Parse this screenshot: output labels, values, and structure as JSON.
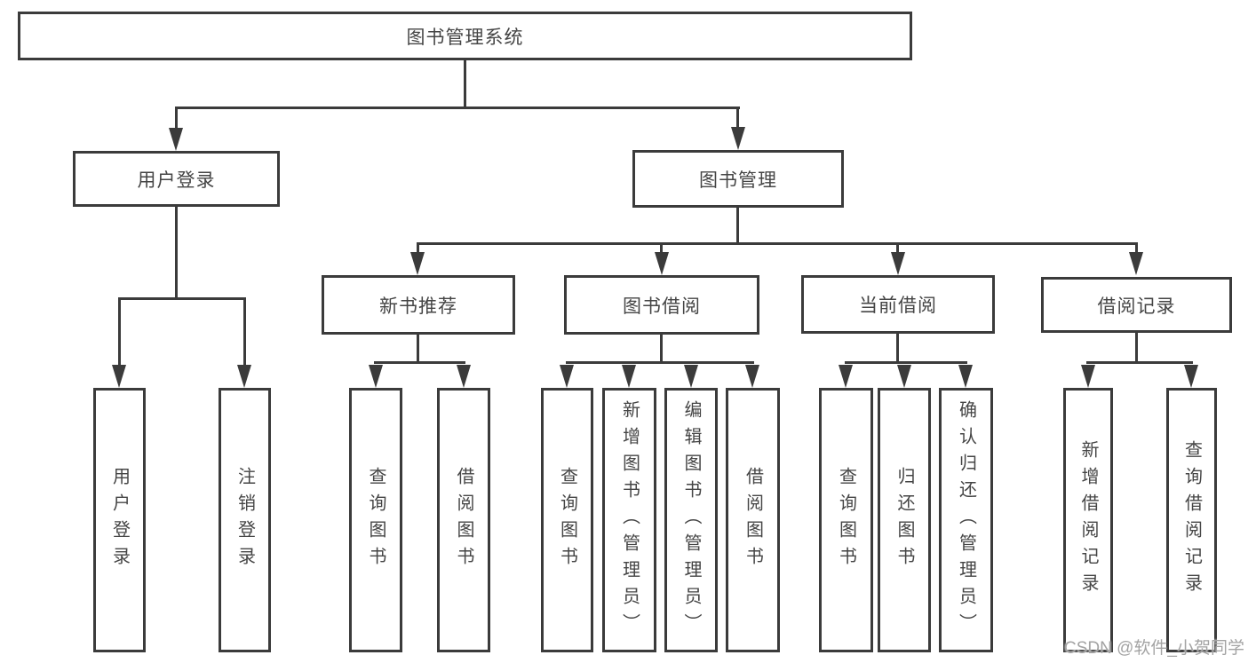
{
  "diagram": {
    "root": {
      "label": "图书管理系统"
    },
    "level2": [
      {
        "label": "用户登录",
        "leaves": [
          "用户登录",
          "注销登录"
        ]
      },
      {
        "label": "图书管理",
        "groups": [
          {
            "label": "新书推荐",
            "leaves": [
              "查询图书",
              "借阅图书"
            ]
          },
          {
            "label": "图书借阅",
            "leaves": [
              "查询图书",
              "新增图书（管理员）",
              "编辑图书（管理员）",
              "借阅图书"
            ]
          },
          {
            "label": "当前借阅",
            "leaves": [
              "查询图书",
              "归还图书",
              "确认归还（管理员）"
            ]
          },
          {
            "label": "借阅记录",
            "leaves": [
              "新增借阅记录",
              "查询借阅记录"
            ]
          }
        ]
      }
    ]
  },
  "watermark": {
    "text": "CSDN @软件_小贺同学"
  },
  "colors": {
    "line": "#3b3b3b",
    "box_border": "#3b3b3b",
    "text": "#454545",
    "watermark": "#a3a3a3",
    "background": "#ffffff"
  }
}
